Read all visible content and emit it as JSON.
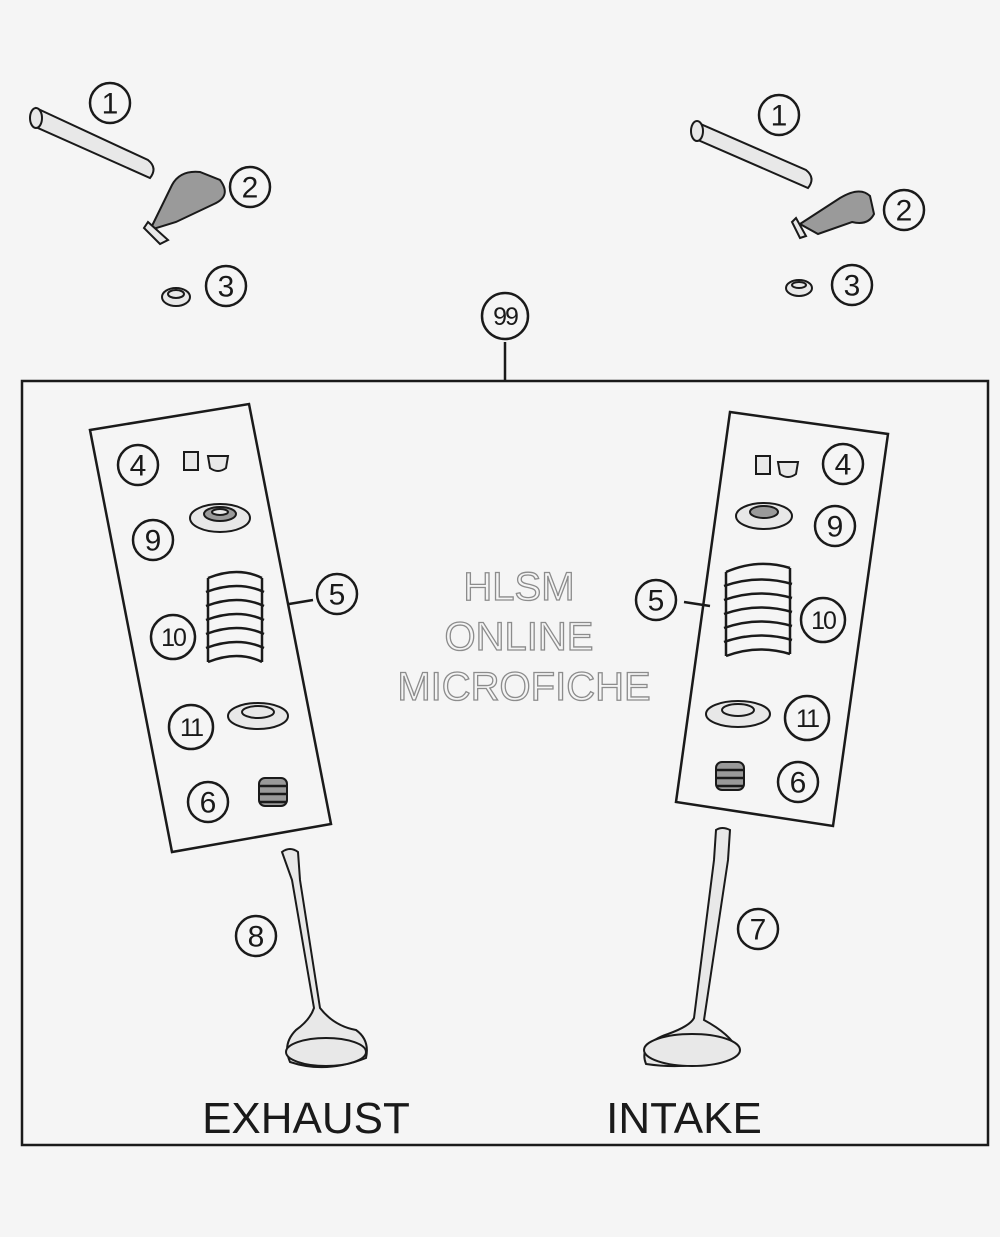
{
  "callouts": {
    "c1": "1",
    "c2": "2",
    "c3": "3",
    "c4": "4",
    "c5": "5",
    "c6": "6",
    "c7": "7",
    "c8": "8",
    "c9": "9",
    "c10": "10",
    "c11": "11",
    "c99": "99"
  },
  "labels": {
    "exhaust": "EXHAUST",
    "intake": "INTAKE"
  },
  "watermark": {
    "line1": "HLSM",
    "line2": "ONLINE",
    "line3": "MICROFICHE",
    "color": "#8c8c8c"
  },
  "colors": {
    "line": "#1a1a1a",
    "background": "#f5f5f5"
  }
}
